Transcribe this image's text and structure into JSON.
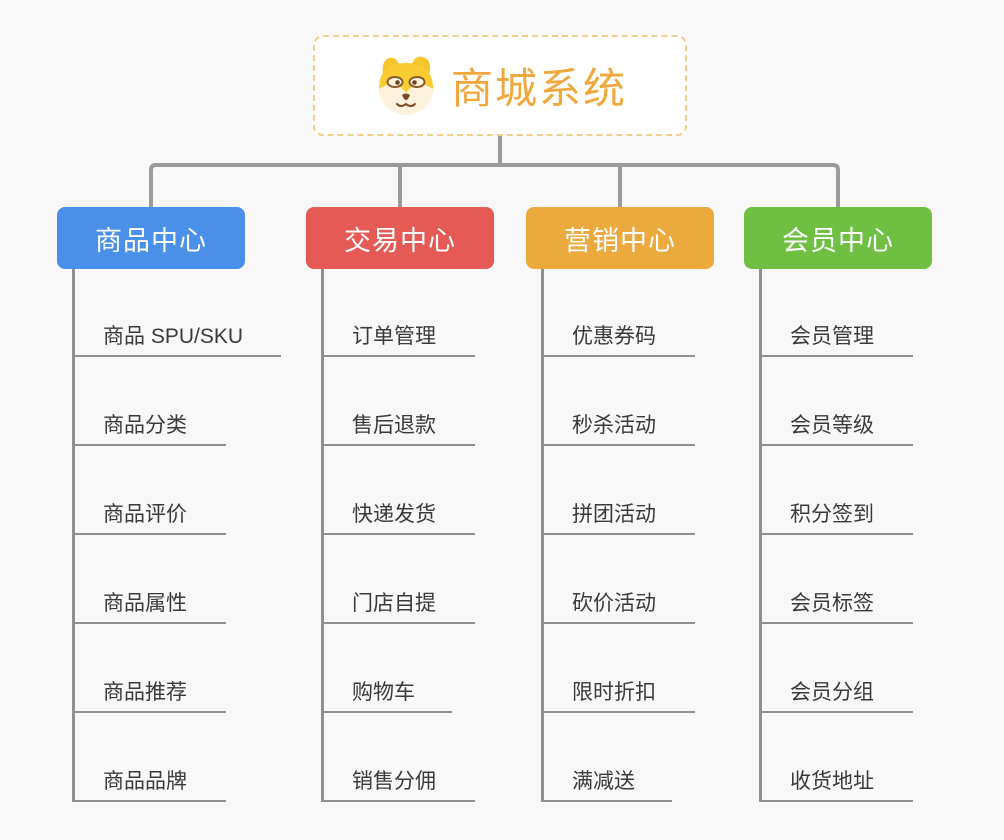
{
  "root": {
    "title": "商城系统",
    "title_color": "#F0A73B",
    "border_color": "#F3CD8D",
    "icon": "shiba-dog-icon"
  },
  "connector_color": "#9B9B9B",
  "branches": [
    {
      "label": "商品中心",
      "color": "#4A90E8",
      "items": [
        "商品 SPU/SKU",
        "商品分类",
        "商品评价",
        "商品属性",
        "商品推荐",
        "商品品牌"
      ]
    },
    {
      "label": "交易中心",
      "color": "#E65A56",
      "items": [
        "订单管理",
        "售后退款",
        "快递发货",
        "门店自提",
        "购物车",
        "销售分佣"
      ]
    },
    {
      "label": "营销中心",
      "color": "#EBA93E",
      "items": [
        "优惠券码",
        "秒杀活动",
        "拼团活动",
        "砍价活动",
        "限时折扣",
        "满减送"
      ]
    },
    {
      "label": "会员中心",
      "color": "#6FBF43",
      "items": [
        "会员管理",
        "会员等级",
        "积分签到",
        "会员标签",
        "会员分组",
        "收货地址"
      ]
    }
  ]
}
